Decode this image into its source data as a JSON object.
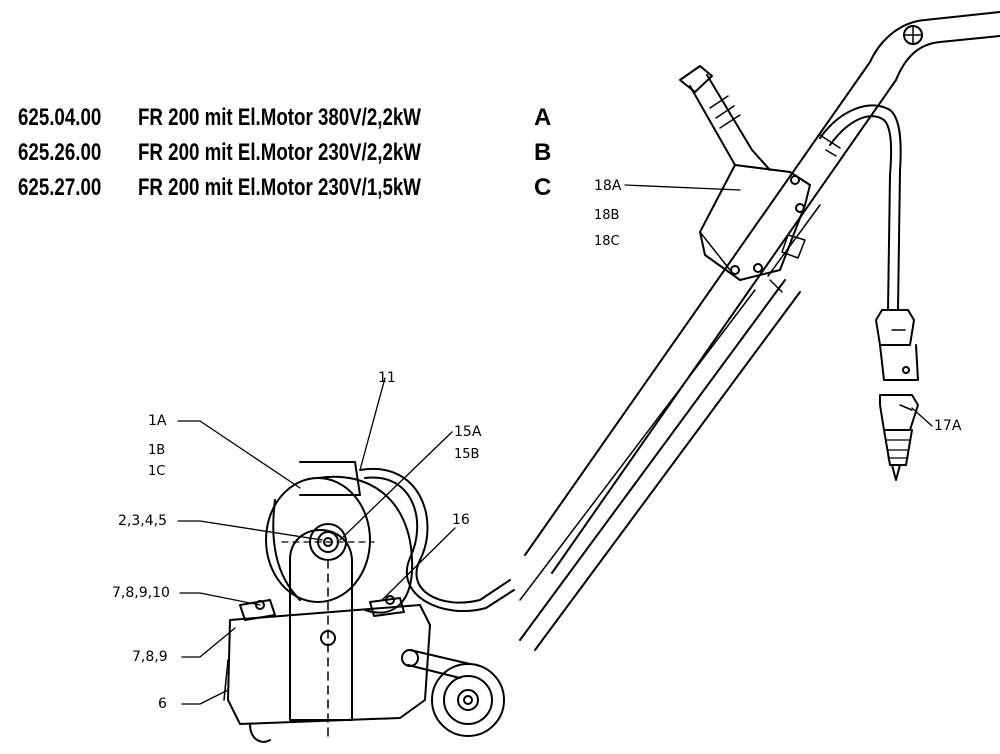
{
  "title_rows": [
    {
      "code": "625.04.00",
      "desc": "FR 200 mit El.Motor 380V/2,2kW",
      "variant": "A"
    },
    {
      "code": "625.26.00",
      "desc": "FR 200 mit El.Motor 230V/2,2kW",
      "variant": "B"
    },
    {
      "code": "625.27.00",
      "desc": "FR 200 mit El.Motor 230V/1,5kW",
      "variant": "C"
    }
  ],
  "part_labels": {
    "p18a": "18A",
    "p18b": "18B",
    "p18c": "18C",
    "p11": "11",
    "p1a": "1A",
    "p1b": "1B",
    "p1c": "1C",
    "p15a": "15A",
    "p15b": "15B",
    "p2345": "2,3,4,5",
    "p16": "16",
    "p78910": "7,8,9,10",
    "p789": "7,8,9",
    "p6": "6",
    "p17a": "17A"
  }
}
